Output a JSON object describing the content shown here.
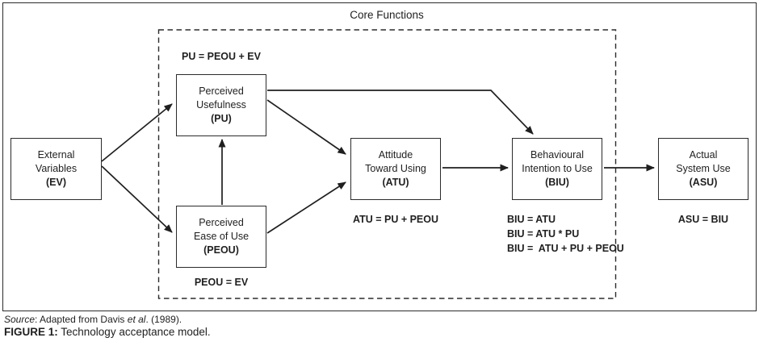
{
  "diagram": {
    "title": "Core Functions",
    "nodes": {
      "ev": {
        "line1": "External",
        "line2": "Variables",
        "abbr": "(EV)"
      },
      "pu": {
        "line1": "Perceived",
        "line2": "Usefulness",
        "abbr": "(PU)"
      },
      "peou": {
        "line1": "Perceived",
        "line2": "Ease of Use",
        "abbr": "(PEOU)"
      },
      "atu": {
        "line1": "Attitude",
        "line2": "Toward Using",
        "abbr": "(ATU)"
      },
      "biu": {
        "line1": "Behavioural",
        "line2": "Intention to Use",
        "abbr": "(BIU)"
      },
      "asu": {
        "line1": "Actual",
        "line2": "System Use",
        "abbr": "(ASU)"
      }
    },
    "formulas": {
      "pu": "PU = PEOU + EV",
      "peou": "PEOU = EV",
      "atu": "ATU = PU + PEOU",
      "biu1": "BIU = ATU",
      "biu2": "BIU = ATU * PU",
      "biu3": "BIU =  ATU + PU + PEOU",
      "asu": "ASU = BIU"
    },
    "colors": {
      "line": "#1f1f1f",
      "border": "#2b2b2b",
      "background": "#ffffff"
    }
  },
  "caption": {
    "source_label": "Source",
    "source_mid": ": Adapted from Davis ",
    "source_etal": "et al",
    "source_end": ". (1989).",
    "figure_label": "FIGURE 1:",
    "figure_text": " Technology acceptance model."
  }
}
